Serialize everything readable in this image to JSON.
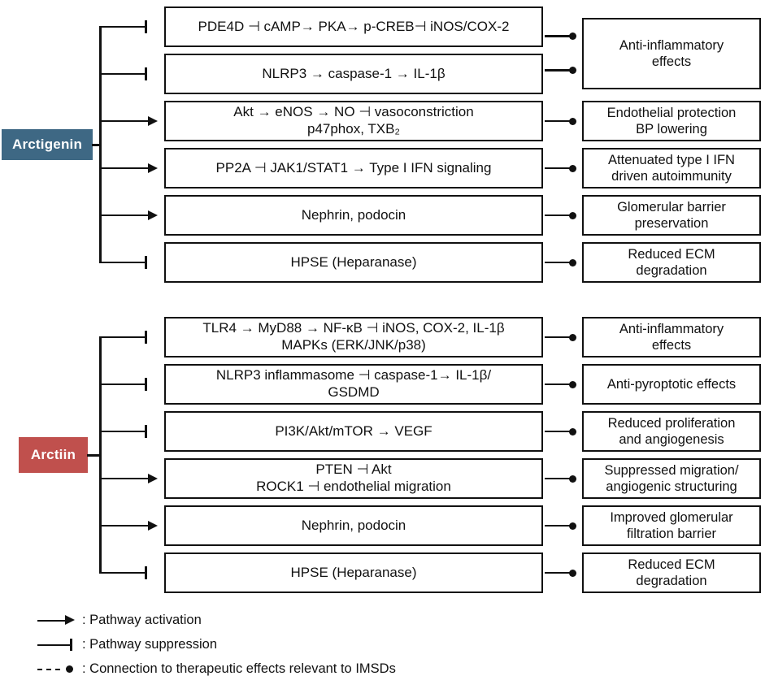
{
  "sections": {
    "arctigenin": {
      "label": "Arctigenin",
      "color": "#3e6884",
      "rows": [
        {
          "connector": "suppression",
          "pathway": {
            "line1": "PDE4D ⊣ cAMP→ PKA→ p-CREB⊣ iNOS/COX-2",
            "line2": ""
          },
          "effect": {
            "line1": "",
            "line2": ""
          }
        },
        {
          "connector": "suppression",
          "pathway": {
            "line1": "NLRP3 → caspase-1 → IL-1β",
            "line2": ""
          },
          "effect": {
            "line1": "",
            "line2": ""
          }
        },
        {
          "connector": "activation",
          "pathway": {
            "line1": "Akt → eNOS → NO ⊣ vasoconstriction",
            "line2": "p47phox, TXB₂"
          },
          "effect": {
            "line1": "Endothelial protection",
            "line2": "BP lowering"
          }
        },
        {
          "connector": "activation",
          "pathway": {
            "line1": "PP2A ⊣ JAK1/STAT1 → Type I IFN signaling",
            "line2": ""
          },
          "effect": {
            "line1": "Attenuated type I IFN",
            "line2": "driven autoimmunity"
          }
        },
        {
          "connector": "activation",
          "pathway": {
            "line1": "Nephrin, podocin",
            "line2": ""
          },
          "effect": {
            "line1": "Glomerular barrier",
            "line2": "preservation"
          }
        },
        {
          "connector": "suppression",
          "pathway": {
            "line1": "HPSE (Heparanase)",
            "line2": ""
          },
          "effect": {
            "line1": "Reduced ECM",
            "line2": "degradation"
          }
        }
      ],
      "span_effect": {
        "line1": "Anti-inflammatory",
        "line2": "effects"
      }
    },
    "arctiin": {
      "label": "Arctiin",
      "color": "#c0504d",
      "rows": [
        {
          "connector": "suppression",
          "pathway": {
            "line1": "TLR4 → MyD88 → NF-κB ⊣ iNOS, COX-2, IL-1β",
            "line2": "MAPKs (ERK/JNK/p38)"
          },
          "effect": {
            "line1": "Anti-inflammatory",
            "line2": "effects"
          }
        },
        {
          "connector": "suppression",
          "pathway": {
            "line1": "NLRP3 inflammasome ⊣ caspase-1→ IL-1β/",
            "line2": "GSDMD"
          },
          "effect": {
            "line1": "Anti-pyroptotic effects",
            "line2": ""
          }
        },
        {
          "connector": "suppression",
          "pathway": {
            "line1": "PI3K/Akt/mTOR → VEGF",
            "line2": ""
          },
          "effect": {
            "line1": "Reduced proliferation",
            "line2": "and angiogenesis"
          }
        },
        {
          "connector": "activation",
          "pathway": {
            "line1": "PTEN ⊣ Akt",
            "line2": "ROCK1 ⊣ endothelial migration"
          },
          "effect": {
            "line1": "Suppressed migration/",
            "line2": "angiogenic structuring"
          }
        },
        {
          "connector": "activation",
          "pathway": {
            "line1": "Nephrin, podocin",
            "line2": ""
          },
          "effect": {
            "line1": "Improved glomerular",
            "line2": "filtration barrier"
          }
        },
        {
          "connector": "suppression",
          "pathway": {
            "line1": "HPSE (Heparanase)",
            "line2": ""
          },
          "effect": {
            "line1": "Reduced ECM",
            "line2": "degradation"
          }
        }
      ]
    }
  },
  "legend": {
    "activation": ": Pathway activation",
    "suppression": ": Pathway suppression",
    "connection": ": Connection to therapeutic effects relevant to IMSDs"
  },
  "colors": {
    "line": "#111111",
    "arctigenin": "#3e6884",
    "arctiin": "#c0504d"
  }
}
